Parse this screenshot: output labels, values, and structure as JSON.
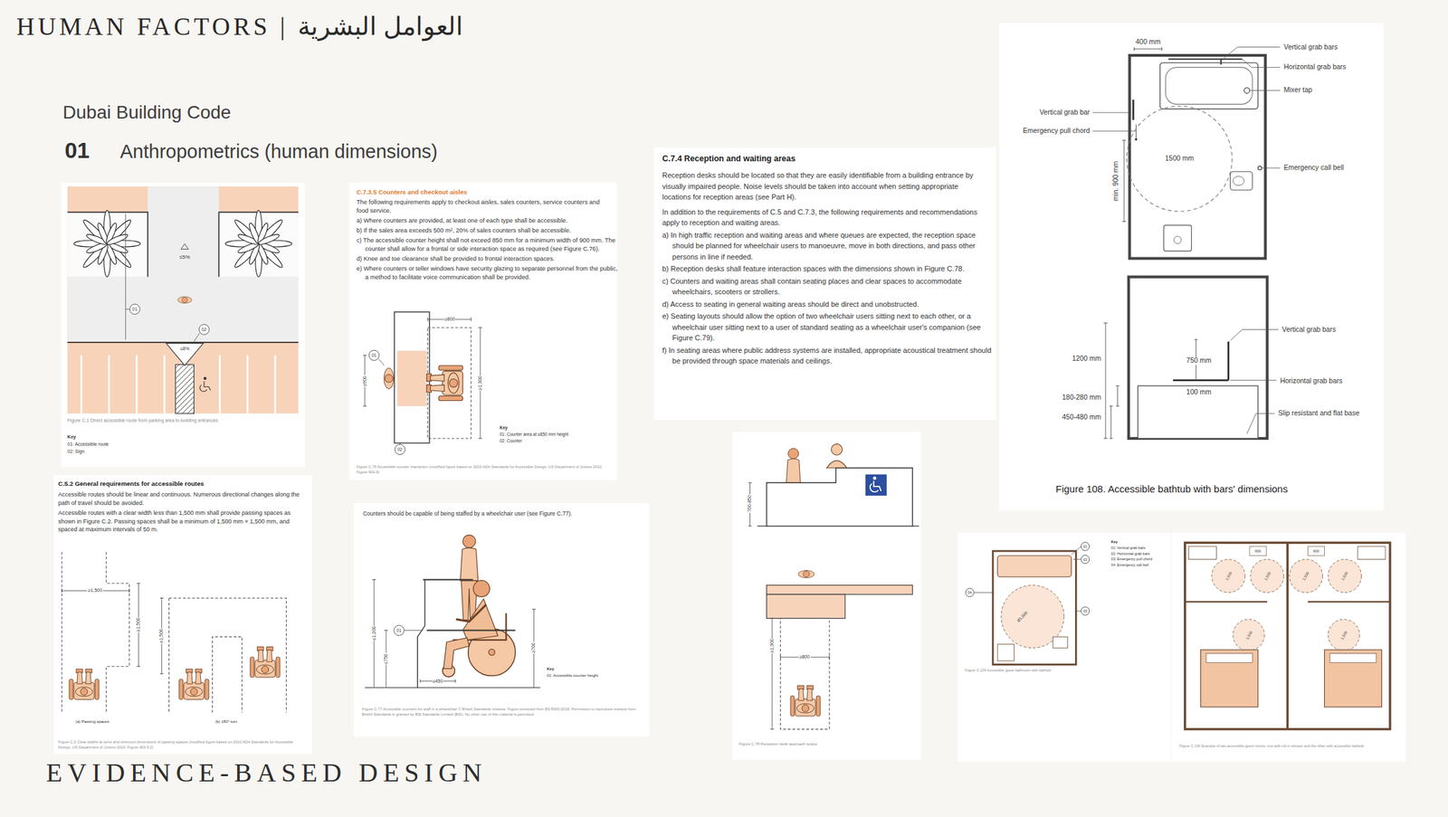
{
  "diagram": {
    "title": "HUMAN FACTORS | العوامل البشرية",
    "nodes": [
      {
        "text": [
          "Figure C.1 Direct accessible route from parking area to building entrances",
          "Key",
          "01: Accessible route",
          "02: Sign"
        ]
      },
      {
        "text": [
          "C.7.3.5 Counters and checkout aisles",
          "The following requirements apply to checkout aisles, sales counters, service counters and food service.",
          "a) Where counters are provided, at least one of each type shall be accessible.",
          "b) If the sales area exceeds 500 m², 20% of sales counters shall be accessible.",
          "c) The accessible counter height shall not exceed 850 mm for a minimum width of 900 mm. The counter shall allow for a frontal or side interaction space as required (see Figure C.76).",
          "d) Knee and toe clearance shall be provided to frontal interaction spaces.",
          "e) Where counters or teller windows have security glazing to separate personnel from the public, a method to facilitate voice communication shall be provided.",
          "Key",
          "01: Counter area at ≤850 mm height",
          "02: Counter",
          "Figure C.76 Accessible counter interaction (modified figure based on 2010 ADA Standards for Accessible Design, US Department of Justice 2010, Figure 904.4)"
        ]
      },
      {
        "text": [
          "C.5.2 General requirements for accessible routes",
          "Accessible routes should be linear and continuous. Numerous directional changes along the path of travel should be avoided.",
          "Accessible routes with a clear width less than 1,500 mm shall provide passing spaces as shown in Figure C.2. Passing spaces shall be a minimum of 1,500 mm × 1,500 mm, and spaced at maximum intervals of 50 m.",
          "Figure C.2 Clear widths at turns and minimum dimensions of passing spaces (modified figure based on 2010 ADA Standards for Accessible Design, US Department of Justice 2010, Figure 403.5.2)"
        ]
      },
      {
        "text": [
          "Counters should be capable of being staffed by a wheelchair user (see Figure C.77).",
          "Key",
          "01: Accessible counter height",
          "Figure C.77 Accessible counters for staff in a wheelchair © British Standards Institute. Figure extracted from BS 8300:2018. Permission to reproduce extracts from British Standards is granted by BSI Standards Limited (BSI). No other use of this material is permitted."
        ]
      },
      {
        "text": [
          "C.7.4 Reception and waiting areas",
          "Reception desks should be located so that they are easily identifiable from a building entrance by visually impaired people. Noise levels should be taken into account when setting appropriate locations for reception areas (see Part H).",
          "In addition to the requirements of C.5 and C.7.3, the following requirements and recommendations apply to reception and waiting areas.",
          "a) In high traffic reception and waiting areas and where queues are expected, the reception space should be planned for wheelchair users to manoeuvre, move in both directions, and pass other persons in line if needed.",
          "b) Reception desks shall feature interaction spaces with the dimensions shown in Figure C.78.",
          "c) Counters and waiting areas shall contain seating places and clear spaces to accommodate wheelchairs, scooters or strollers.",
          "d) Access to seating in general waiting areas should be direct and unobstructed.",
          "e) Seating layouts should allow the option of two wheelchair users sitting next to each other, or a wheelchair user sitting next to a user of standard seating as a wheelchair user's companion (see Figure C.79).",
          "f) In seating areas where public address systems are installed, appropriate acoustical treatment should be provided through space materials and ceilings."
        ]
      },
      {
        "text": [
          "Figure C.78 Reception desk approach space"
        ]
      },
      {
        "text": [
          "Figure 108. Accessible bathtub with bars' dimensions"
        ]
      },
      {
        "text": [
          "Key",
          "01: Vertical grab bars",
          "02: Horizontal grab bars",
          "03: Emergency pull chord",
          "04: Emergency call bell",
          "Figure C.129 Accessible guest bathroom with bathtub"
        ]
      },
      {
        "text": [
          "Figure C.130 Example of two accessible guest rooms, one with roll-in shower and the other with accessible bathtub"
        ]
      }
    ],
    "labels": [
      "Dubai Building Code",
      "01",
      "Anthropometrics (human dimensions)",
      "EVIDENCE-BASED DESIGN",
      "≤5%",
      "≤8%",
      "01",
      "02",
      "≥800",
      "≥900",
      "≥1,300",
      "01",
      "02",
      "≥1,500",
      "≥1,500",
      "≥1,500",
      "(a) Passing spaces",
      "(b) 180° turn",
      "≤1,200",
      "≤750",
      "01",
      "≥700",
      "≥450",
      "700-850",
      "≥1,300",
      "≥800",
      "400 mm",
      "Vertical grab bars",
      "Horizontal grab bars",
      "Mixer tap",
      "Vertical grab bar",
      "Emergency pull chord",
      "min. 900 mm",
      "1500 mm",
      "Emergency call bell",
      "Vertical grab bars",
      "1200 mm",
      "750 mm",
      "100 mm",
      "Horizontal grab bars",
      "180-280 mm",
      "Slip resistant and flat base",
      "450-480 mm",
      "01",
      "02",
      "03",
      "04",
      "Ø1,500",
      "600",
      "600",
      "1,500",
      "1,500",
      "1,500",
      "1,500",
      "1,500",
      "1,500"
    ]
  }
}
